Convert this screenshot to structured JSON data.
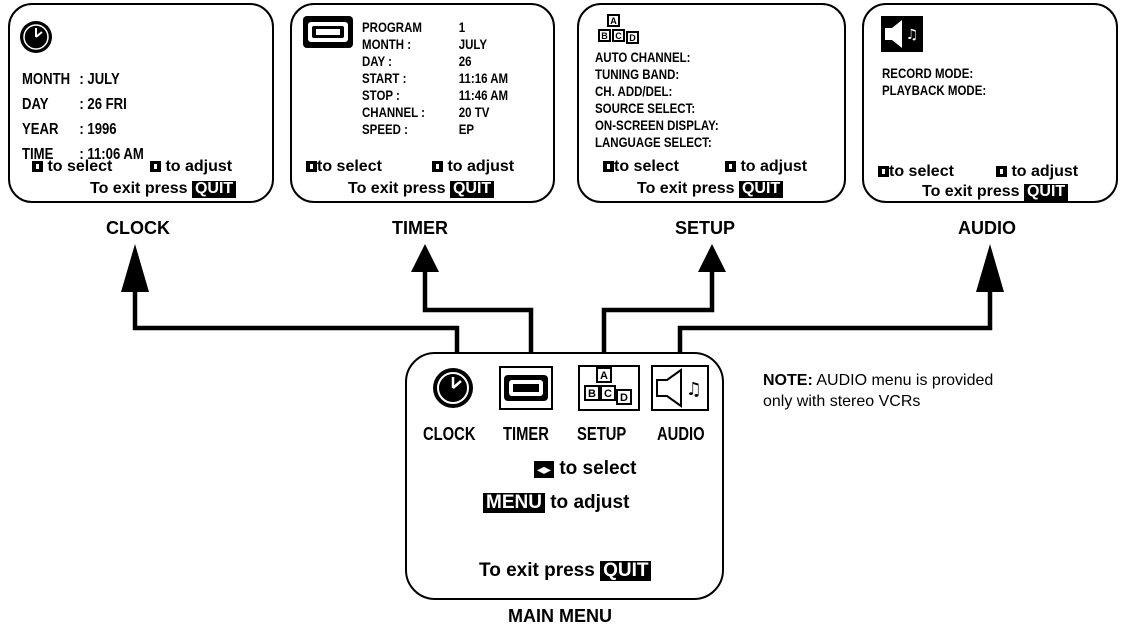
{
  "clock_screen": {
    "rows": [
      {
        "label": "MONTH",
        "value": ": JULY"
      },
      {
        "label": "DAY",
        "value": ": 26 FRI"
      },
      {
        "label": "YEAR",
        "value": ": 1996"
      },
      {
        "label": "TIME",
        "value": ": 11:06 AM"
      }
    ],
    "select_text": "to select",
    "adjust_text": "to adjust",
    "exit_text": "To exit press",
    "quit_key": "QUIT",
    "caption": "CLOCK"
  },
  "timer_screen": {
    "rows": [
      {
        "label": "PROGRAM",
        "value": "1"
      },
      {
        "label": "MONTH :",
        "value": "JULY"
      },
      {
        "label": "DAY :",
        "value": "26"
      },
      {
        "label": "START :",
        "value": "11:16 AM"
      },
      {
        "label": "STOP :",
        "value": "11:46 AM"
      },
      {
        "label": "CHANNEL :",
        "value": "20 TV"
      },
      {
        "label": "SPEED :",
        "value": "EP"
      }
    ],
    "select_text": "to select",
    "adjust_text": "to adjust",
    "exit_text": "To exit press",
    "quit_key": "QUIT",
    "caption": "TIMER"
  },
  "setup_screen": {
    "items": [
      "AUTO CHANNEL:",
      "TUNING BAND:",
      "CH. ADD/DEL:",
      "SOURCE SELECT:",
      "ON-SCREEN DISPLAY:",
      "LANGUAGE SELECT:"
    ],
    "select_text": "to select",
    "adjust_text": "to adjust",
    "exit_text": "To exit press",
    "quit_key": "QUIT",
    "caption": "SETUP"
  },
  "audio_screen": {
    "items": [
      "RECORD MODE:",
      "PLAYBACK MODE:"
    ],
    "select_text": "to select",
    "adjust_text": "to adjust",
    "exit_text": "To exit press",
    "quit_key": "QUIT",
    "caption": "AUDIO"
  },
  "main_menu": {
    "icons": [
      "CLOCK",
      "TIMER",
      "SETUP",
      "AUDIO"
    ],
    "select_text": "to select",
    "menu_key": "MENU",
    "adjust_text": "to adjust",
    "exit_text": "To exit press",
    "quit_key": "QUIT",
    "caption": "MAIN MENU"
  },
  "note": {
    "label": "NOTE:",
    "line1": "AUDIO menu is provided",
    "line2": "only with stereo VCRs"
  },
  "icon_names": [
    "clock-icon",
    "tape-icon",
    "abcd-blocks-icon",
    "speaker-icon",
    "select-arrow-icon",
    "adjust-key-icon"
  ]
}
